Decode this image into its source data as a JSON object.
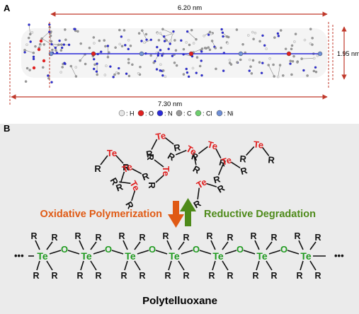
{
  "panel_a": {
    "label": "A",
    "width_top": "6.20 nm",
    "width_bottom": "7.30 nm",
    "height": "1.95 nm",
    "legend": [
      {
        "symbol": "H",
        "color": "#e6e6e6"
      },
      {
        "symbol": "O",
        "color": "#e02020"
      },
      {
        "symbol": "N",
        "color": "#2a2ad8"
      },
      {
        "symbol": "C",
        "color": "#9a9a9a"
      },
      {
        "symbol": "Cl",
        "color": "#6fcf6f"
      },
      {
        "symbol": "Ni",
        "color": "#6f8fd6"
      }
    ]
  },
  "panel_b": {
    "label": "B",
    "monomer_element": "Te",
    "substituent": "R",
    "bridge_element": "O",
    "forward_label": "Oxidative Polymerization",
    "reverse_label": "Reductive Degradation",
    "chain_ellipsis": "•••",
    "polymer_name": "Polytelluoxane",
    "colors": {
      "monomer_te": "#e02020",
      "chain_te": "#1e9a1e",
      "forward_arrow": "#e05a14",
      "reverse_arrow": "#4e8a1a",
      "background": "#ebebeb"
    }
  }
}
